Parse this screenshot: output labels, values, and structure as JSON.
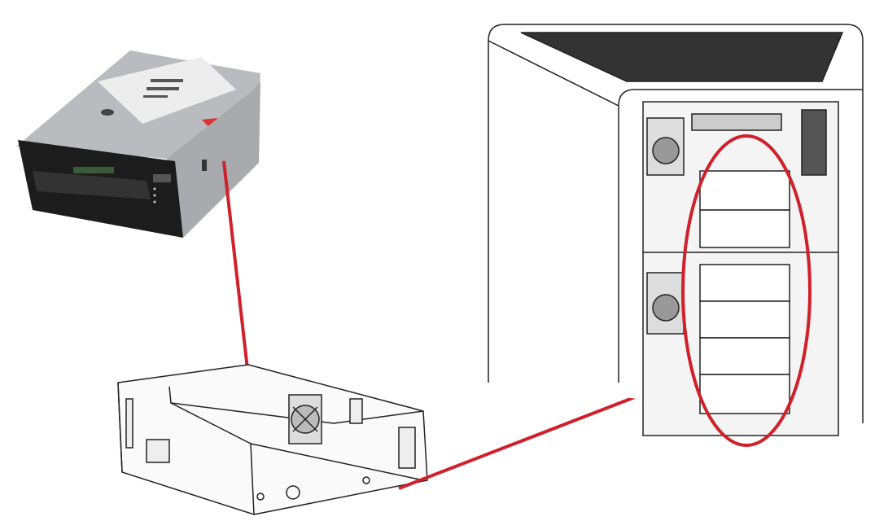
{
  "diagram": {
    "components": [
      "tape-drive",
      "drive-sled",
      "tape-library-rack"
    ],
    "callout_color": "#d0202a",
    "line_color": "#222222"
  }
}
